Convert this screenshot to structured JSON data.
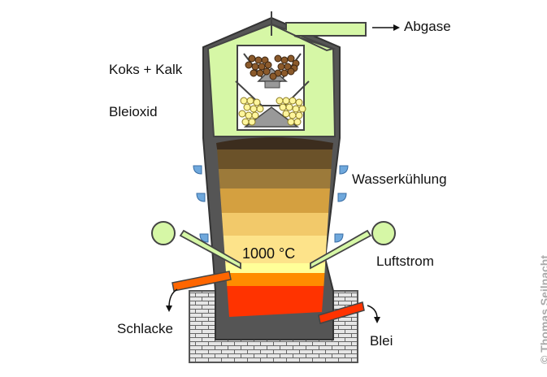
{
  "labels": {
    "exhaust": "Abgase",
    "coke_lime": "Koks + Kalk",
    "lead_oxide": "Bleioxid",
    "water_cooling": "Wasserkühlung",
    "temperature": "1000 °C",
    "air_flow": "Luftstrom",
    "slag": "Schlacke",
    "lead": "Blei"
  },
  "credit": "© Thomas Seilnacht",
  "colors": {
    "furnace_wall": "#555555",
    "hood": "#d6f7a6",
    "water": "#6fa8dc",
    "layers": [
      "#3c2d1e",
      "#6b5229",
      "#9c7a3a",
      "#d4a040",
      "#f2c96a",
      "#fde38a",
      "#ffff99",
      "#ff8c00",
      "#ff3300"
    ],
    "slag_pipe": "#ff6600",
    "brick": "#dddddd"
  },
  "icons": [
    "arrow-right-icon",
    "arrow-down-icon",
    "coke-pellets-icon",
    "lead-oxide-pellets-icon"
  ]
}
